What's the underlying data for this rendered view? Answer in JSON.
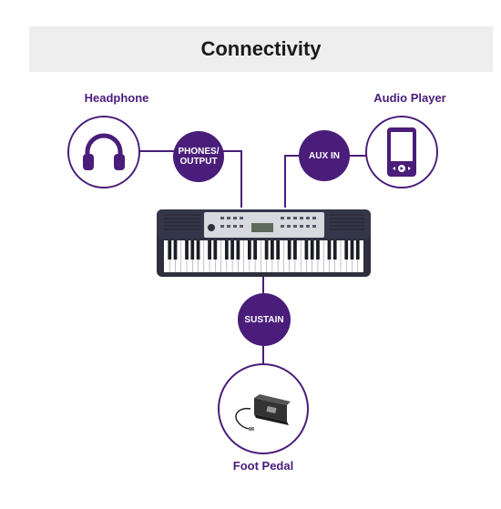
{
  "title": "Connectivity",
  "devices": {
    "headphone": {
      "label": "Headphone",
      "icon": "headphone-icon"
    },
    "audio_player": {
      "label": "Audio Player",
      "icon": "audio-player-icon"
    },
    "foot_pedal": {
      "label": "Foot Pedal",
      "icon": "foot-pedal-icon"
    }
  },
  "ports": {
    "phones_output": {
      "line1": "PHONES/",
      "line2": "OUTPUT"
    },
    "aux_in": "AUX IN",
    "sustain": "SUSTAIN"
  },
  "colors": {
    "accent": "#4a1d7a",
    "banner_bg": "#eeeeee"
  }
}
